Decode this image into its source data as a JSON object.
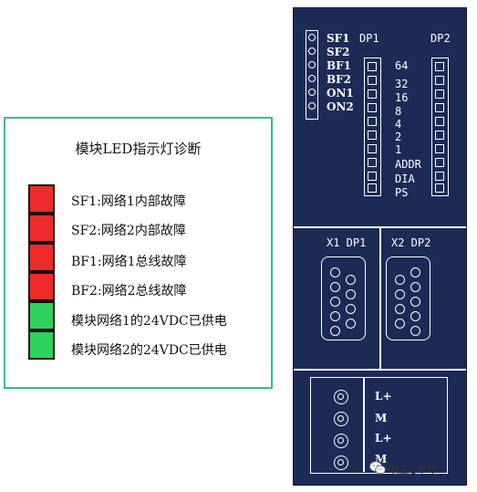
{
  "legend": {
    "title": "模块LED指示灯诊断",
    "items": [
      {
        "text": "SF1:网络1内部故障",
        "color": "#ee2a2a"
      },
      {
        "text": "SF2:网络2内部故障",
        "color": "#ee2a2a"
      },
      {
        "text": "BF1:网络1总线故障",
        "color": "#ee2a2a"
      },
      {
        "text": "BF2:网络2总线故障",
        "color": "#ee2a2a"
      },
      {
        "text": "模块网络1的24VDC已供电",
        "color": "#2ed15c"
      },
      {
        "text": "模块网络2的24VDC已供电",
        "color": "#2ed15c"
      }
    ]
  },
  "module": {
    "panel_color": "#1b2b56",
    "leds": [
      "SF1",
      "SF2",
      "BF1",
      "BF2",
      "ON1",
      "ON2"
    ],
    "dp1_label": "DP1",
    "dp2_label": "DP2",
    "address_labels": [
      "64",
      "32",
      "16",
      "8",
      "4",
      "2",
      "1",
      "ADDR",
      "DIA",
      "PS"
    ],
    "x1_label": "X1 DP1",
    "x2_label": "X2 DP2",
    "terminals": [
      "L+",
      "M",
      "L+",
      "M"
    ]
  },
  "watermark": {
    "text": "电工e学堂",
    "icon": "wechat-icon"
  }
}
